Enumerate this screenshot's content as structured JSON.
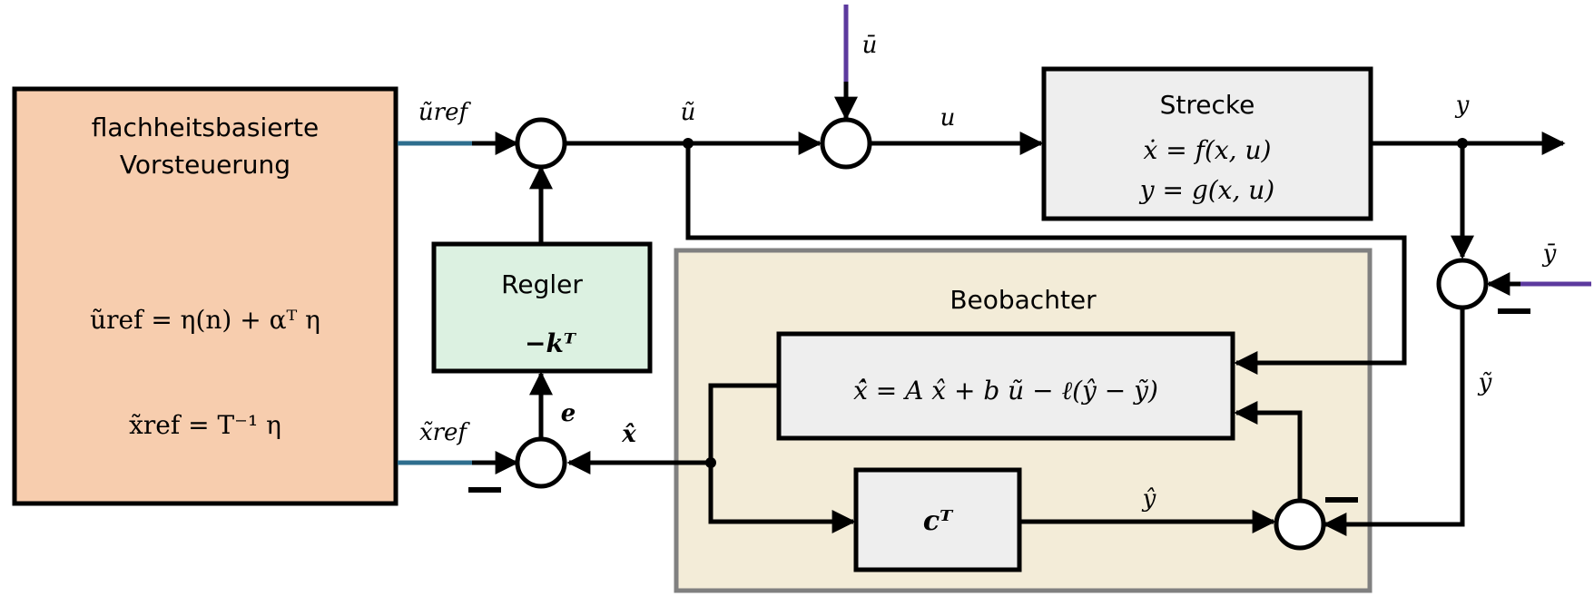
{
  "blocks": {
    "feedforward": {
      "title_line1": "flachheitsbasierte",
      "title_line2": "Vorsteuerung",
      "eq1": "ũref = η(n) + αᵀ η",
      "eq2": "x̃ref = T⁻¹ η"
    },
    "controller": {
      "title": "Regler",
      "gain": "−kᵀ"
    },
    "plant": {
      "title": "Strecke",
      "eq1": "ẋ = f(x, u)",
      "eq2": "y = g(x, u)"
    },
    "observer": {
      "title": "Beobachter",
      "eq": "x̂̇ = A x̂ + b ũ − ℓ(ŷ − ỹ)",
      "output_matrix": "cᵀ"
    }
  },
  "signals": {
    "u_ref": "ũref",
    "x_ref": "x̃ref",
    "u_tilde": "ũ",
    "u_bar": "ū",
    "u": "u",
    "y": "y",
    "y_bar": "ȳ",
    "y_tilde": "ỹ",
    "x_hat": "x̂",
    "e": "e",
    "y_hat": "ŷ"
  },
  "signs": {
    "minus": "−"
  },
  "colors": {
    "feedforward_fill": "#f7cdae",
    "controller_fill": "#dcf1e1",
    "observer_fill": "#f3ecd8",
    "observer_border": "#808080",
    "block_fill": "#eeeeee",
    "reference_wire": "#2e6e8e",
    "disturbance_wire": "#5c3a9e"
  }
}
